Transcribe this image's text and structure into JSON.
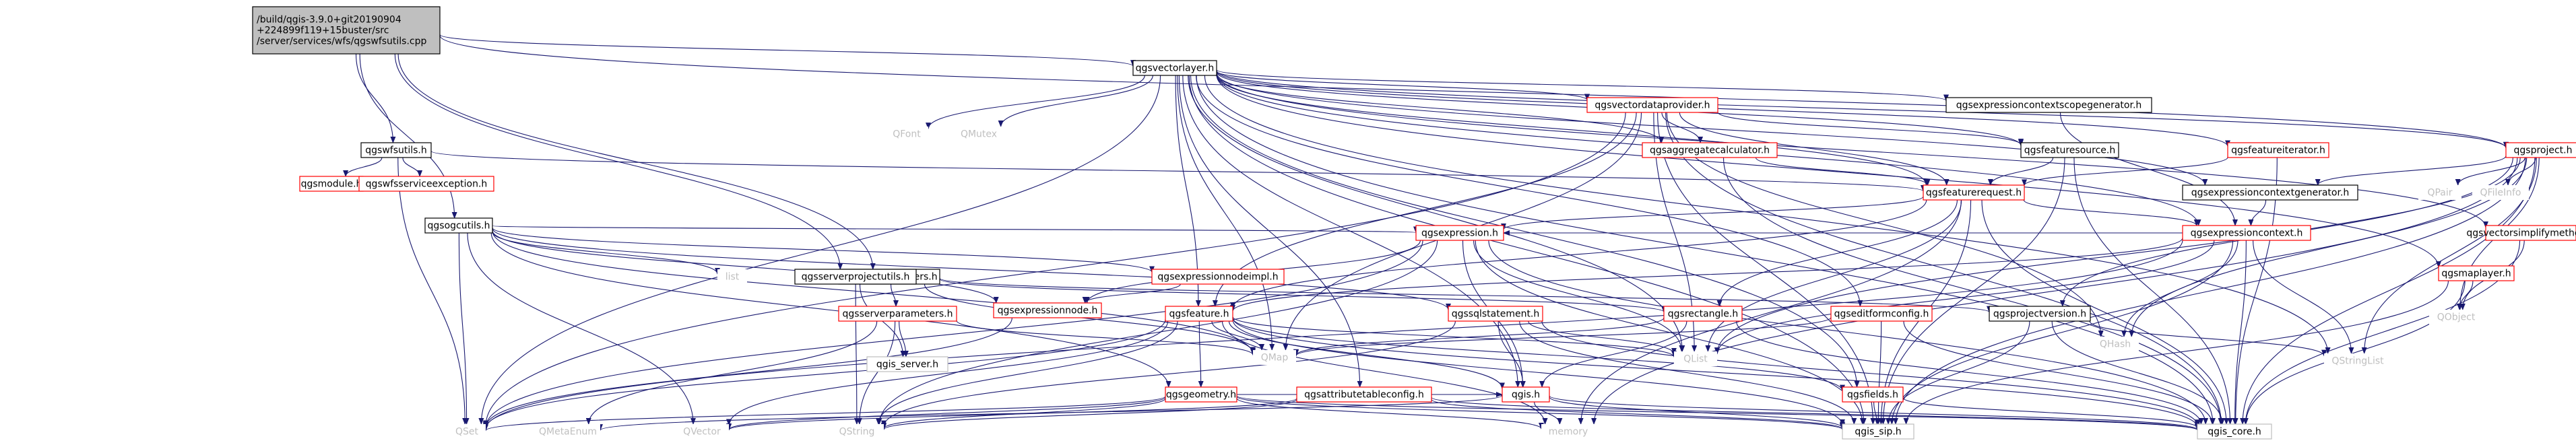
{
  "graph": {
    "colors": {
      "edge": "#191970",
      "root_fill": "#bfbfbf",
      "root_border": "#000000",
      "node_fill": "#ffffff",
      "node_border_linked": "#ff0000",
      "node_border_plain": "#000000",
      "text": "#000000",
      "text_external": "#bfbfbf",
      "background": "#ffffff"
    },
    "nodes": [
      {
        "id": "root",
        "lines": [
          "/build/qgis-3.9.0+git20190904",
          "+224899f119+15buster/src",
          "/server/services/wfs/qgswfsutils.cpp"
        ],
        "style": "root"
      },
      {
        "id": "qgsvectorlayer",
        "lines": [
          "qgsvectorlayer.h"
        ],
        "style": "plain"
      },
      {
        "id": "qgswfsutils",
        "lines": [
          "qgswfsutils.h"
        ],
        "style": "plain"
      },
      {
        "id": "qgsogcutils",
        "lines": [
          "qgsogcutils.h"
        ],
        "style": "plain"
      },
      {
        "id": "qgswfsparameters",
        "lines": [
          "qgswfsparameters.h"
        ],
        "style": "plain"
      },
      {
        "id": "qgsmodule",
        "lines": [
          "qgsmodule.h"
        ],
        "style": "linked"
      },
      {
        "id": "qgswfsserviceexception",
        "lines": [
          "qgswfsserviceexception.h"
        ],
        "style": "linked"
      },
      {
        "id": "qgsvectordataprovider",
        "lines": [
          "qgsvectordataprovider.h"
        ],
        "style": "linked"
      },
      {
        "id": "qgsexpressioncontextscopegenerator",
        "lines": [
          "qgsexpressioncontextscopegenerator.h"
        ],
        "style": "plain"
      },
      {
        "id": "qgsaggregatecalculator",
        "lines": [
          "qgsaggregatecalculator.h"
        ],
        "style": "linked"
      },
      {
        "id": "qgsfeaturesource",
        "lines": [
          "qgsfeaturesource.h"
        ],
        "style": "plain"
      },
      {
        "id": "qgsfeatureiterator",
        "lines": [
          "qgsfeatureiterator.h"
        ],
        "style": "linked"
      },
      {
        "id": "qgsproject",
        "lines": [
          "qgsproject.h"
        ],
        "style": "linked"
      },
      {
        "id": "qgsfeaturerequest",
        "lines": [
          "qgsfeaturerequest.h"
        ],
        "style": "linked"
      },
      {
        "id": "qgsexpressioncontextgenerator",
        "lines": [
          "qgsexpressioncontextgenerator.h"
        ],
        "style": "plain"
      },
      {
        "id": "qgsexpressioncontext",
        "lines": [
          "qgsexpressioncontext.h"
        ],
        "style": "linked"
      },
      {
        "id": "qgsexpression",
        "lines": [
          "qgsexpression.h"
        ],
        "style": "linked"
      },
      {
        "id": "qgsserverprojectutils",
        "lines": [
          "qgsserverprojectutils.h"
        ],
        "style": "plain"
      },
      {
        "id": "qgsexpressionnodeimpl",
        "lines": [
          "qgsexpressionnodeimpl.h"
        ],
        "style": "linked"
      },
      {
        "id": "qgsexpressionnode",
        "lines": [
          "qgsexpressionnode.h"
        ],
        "style": "linked"
      },
      {
        "id": "qgsserverparameters",
        "lines": [
          "qgsserverparameters.h"
        ],
        "style": "linked"
      },
      {
        "id": "qgsfeature",
        "lines": [
          "qgsfeature.h"
        ],
        "style": "linked"
      },
      {
        "id": "qgssqlstatement",
        "lines": [
          "qgssqlstatement.h"
        ],
        "style": "linked"
      },
      {
        "id": "qgsrectangle",
        "lines": [
          "qgsrectangle.h"
        ],
        "style": "linked"
      },
      {
        "id": "qgseditformconfig",
        "lines": [
          "qgseditformconfig.h"
        ],
        "style": "linked"
      },
      {
        "id": "qgsprojectversion",
        "lines": [
          "qgsprojectversion.h"
        ],
        "style": "plain"
      },
      {
        "id": "qgsmaplayer",
        "lines": [
          "qgsmaplayer.h"
        ],
        "style": "linked"
      },
      {
        "id": "qgsvectorsimplifymethod",
        "lines": [
          "qgsvectorsimplifymethod.h"
        ],
        "style": "linked"
      },
      {
        "id": "qgsgeometry",
        "lines": [
          "qgsgeometry.h"
        ],
        "style": "linked"
      },
      {
        "id": "qgsattributetableconfig",
        "lines": [
          "qgsattributetableconfig.h"
        ],
        "style": "linked"
      },
      {
        "id": "qgis",
        "lines": [
          "qgis.h"
        ],
        "style": "linked"
      },
      {
        "id": "qgsfields",
        "lines": [
          "qgsfields.h"
        ],
        "style": "linked"
      },
      {
        "id": "qgis_server",
        "lines": [
          "qgis_server.h"
        ],
        "style": "plain_gray"
      },
      {
        "id": "QFont",
        "lines": [
          "QFont"
        ],
        "style": "external"
      },
      {
        "id": "QMutex",
        "lines": [
          "QMutex"
        ],
        "style": "external"
      },
      {
        "id": "list",
        "lines": [
          "list"
        ],
        "style": "external"
      },
      {
        "id": "QHash",
        "lines": [
          "QHash"
        ],
        "style": "external"
      },
      {
        "id": "QMap",
        "lines": [
          "QMap"
        ],
        "style": "external"
      },
      {
        "id": "QList",
        "lines": [
          "QList"
        ],
        "style": "external"
      },
      {
        "id": "QStringList",
        "lines": [
          "QStringList"
        ],
        "style": "external"
      },
      {
        "id": "QPair",
        "lines": [
          "QPair"
        ],
        "style": "external"
      },
      {
        "id": "QFileInfo",
        "lines": [
          "QFileInfo"
        ],
        "style": "external"
      },
      {
        "id": "QObject",
        "lines": [
          "QObject"
        ],
        "style": "external"
      },
      {
        "id": "QSet",
        "lines": [
          "QSet"
        ],
        "style": "external"
      },
      {
        "id": "QMetaEnum",
        "lines": [
          "QMetaEnum"
        ],
        "style": "external"
      },
      {
        "id": "QVector",
        "lines": [
          "QVector"
        ],
        "style": "external"
      },
      {
        "id": "QString",
        "lines": [
          "QString"
        ],
        "style": "external"
      },
      {
        "id": "memory",
        "lines": [
          "memory"
        ],
        "style": "external"
      },
      {
        "id": "qgis_sip",
        "lines": [
          "qgis_sip.h"
        ],
        "style": "plain_gray"
      },
      {
        "id": "qgis_core",
        "lines": [
          "qgis_core.h"
        ],
        "style": "plain_gray"
      }
    ],
    "edges": [
      [
        "root",
        "qgsvectorlayer"
      ],
      [
        "root",
        "qgswfsutils"
      ],
      [
        "root",
        "qgsogcutils"
      ],
      [
        "root",
        "qgswfsparameters"
      ],
      [
        "root",
        "qgsproject"
      ],
      [
        "root",
        "qgsserverprojectutils"
      ],
      [
        "qgswfsutils",
        "qgsmodule"
      ],
      [
        "qgswfsutils",
        "qgswfsserviceexception"
      ],
      [
        "qgswfsutils",
        "qgsfeaturerequest"
      ],
      [
        "qgswfsutils",
        "QSet"
      ],
      [
        "qgsvectorlayer",
        "QFont"
      ],
      [
        "qgsvectorlayer",
        "QMutex"
      ],
      [
        "qgsvectorlayer",
        "qgsvectordataprovider"
      ],
      [
        "qgsvectorlayer",
        "qgsexpressioncontextscopegenerator"
      ],
      [
        "qgsvectorlayer",
        "qgsaggregatecalculator"
      ],
      [
        "qgsvectorlayer",
        "qgsfeaturesource"
      ],
      [
        "qgsvectorlayer",
        "qgsfeatureiterator"
      ],
      [
        "qgsvectorlayer",
        "qgsproject"
      ],
      [
        "qgsvectorlayer",
        "qgsfeaturerequest"
      ],
      [
        "qgsvectorlayer",
        "qgsexpressioncontextgenerator"
      ],
      [
        "qgsvectorlayer",
        "qgsexpressioncontext"
      ],
      [
        "qgsvectorlayer",
        "qgsmaplayer"
      ],
      [
        "qgsvectorlayer",
        "qgsvectorsimplifymethod"
      ],
      [
        "qgsvectorlayer",
        "qgseditformconfig"
      ],
      [
        "qgsvectorlayer",
        "qgsfeature"
      ],
      [
        "qgsvectorlayer",
        "qgsattributetableconfig"
      ],
      [
        "qgsvectorlayer",
        "qgsfields"
      ],
      [
        "qgsvectorlayer",
        "qgis"
      ],
      [
        "qgsvectorlayer",
        "QMap"
      ],
      [
        "qgsvectorlayer",
        "QList"
      ],
      [
        "qgsvectorlayer",
        "QStringList"
      ],
      [
        "qgsvectorlayer",
        "QSet"
      ],
      [
        "qgsvectorlayer",
        "qgis_core"
      ],
      [
        "qgsvectorlayer",
        "qgis_sip"
      ],
      [
        "qgsogcutils",
        "list"
      ],
      [
        "qgsogcutils",
        "qgsexpression"
      ],
      [
        "qgsogcutils",
        "qgsexpressionnodeimpl"
      ],
      [
        "qgsogcutils",
        "qgssqlstatement"
      ],
      [
        "qgsogcutils",
        "qgsgeometry"
      ],
      [
        "qgsogcutils",
        "qgsexpressionnode"
      ],
      [
        "qgsogcutils",
        "QMap"
      ],
      [
        "qgsogcutils",
        "QVector"
      ],
      [
        "qgsogcutils",
        "QSet"
      ],
      [
        "qgswfsparameters",
        "qgsserverparameters"
      ],
      [
        "qgswfsparameters",
        "qgsprojectversion"
      ],
      [
        "qgswfsparameters",
        "QMap"
      ],
      [
        "qgswfsparameters",
        "qgsrectangle"
      ],
      [
        "qgsvectordataprovider",
        "qgsfeaturesource"
      ],
      [
        "qgsvectordataprovider",
        "qgsaggregatecalculator"
      ],
      [
        "qgsvectordataprovider",
        "qgsfeaturerequest"
      ],
      [
        "qgsvectordataprovider",
        "qgsfeature"
      ],
      [
        "qgsvectordataprovider",
        "QHash"
      ],
      [
        "qgsvectordataprovider",
        "QList"
      ],
      [
        "qgsvectordataprovider",
        "QSet"
      ],
      [
        "qgsvectordataprovider",
        "QMap"
      ],
      [
        "qgsvectordataprovider",
        "qgis_sip"
      ],
      [
        "qgsvectordataprovider",
        "qgis_core"
      ],
      [
        "qgsexpressioncontextscopegenerator",
        "qgsexpressioncontext"
      ],
      [
        "qgsaggregatecalculator",
        "qgsfeaturerequest"
      ],
      [
        "qgsaggregatecalculator",
        "qgis_core"
      ],
      [
        "qgsfeaturesource",
        "qgsfeaturerequest"
      ],
      [
        "qgsfeaturesource",
        "qgis_core"
      ],
      [
        "qgsfeaturesource",
        "qgis_sip"
      ],
      [
        "qgsfeatureiterator",
        "qgsfeaturerequest"
      ],
      [
        "qgsfeatureiterator",
        "qgis_core"
      ],
      [
        "qgsproject",
        "qgsexpressioncontextgenerator"
      ],
      [
        "qgsproject",
        "qgsprojectversion"
      ],
      [
        "qgsproject",
        "QPair"
      ],
      [
        "qgsproject",
        "QFileInfo"
      ],
      [
        "qgsproject",
        "QObject"
      ],
      [
        "qgsproject",
        "QHash"
      ],
      [
        "qgsproject",
        "QStringList"
      ],
      [
        "qgsproject",
        "QList"
      ],
      [
        "qgsproject",
        "qgis_core"
      ],
      [
        "qgsproject",
        "qgis_sip"
      ],
      [
        "qgsproject",
        "memory"
      ],
      [
        "qgsfeaturerequest",
        "qgsexpression"
      ],
      [
        "qgsfeaturerequest",
        "qgsexpressioncontext"
      ],
      [
        "qgsfeaturerequest",
        "qgsfeature"
      ],
      [
        "qgsfeaturerequest",
        "qgsrectangle"
      ],
      [
        "qgsfeaturerequest",
        "QList"
      ],
      [
        "qgsfeaturerequest",
        "memory"
      ],
      [
        "qgsfeaturerequest",
        "qgis_core"
      ],
      [
        "qgsfeaturerequest",
        "qgis_sip"
      ],
      [
        "qgsexpressioncontextgenerator",
        "qgsexpressioncontext"
      ],
      [
        "qgsexpressioncontext",
        "QHash"
      ],
      [
        "qgsexpressioncontext",
        "QList"
      ],
      [
        "qgsexpressioncontext",
        "QStringList"
      ],
      [
        "qgsexpressioncontext",
        "QSet"
      ],
      [
        "qgsexpressioncontext",
        "qgsfeature"
      ],
      [
        "qgsexpressioncontext",
        "qgsexpression"
      ],
      [
        "qgsexpressioncontext",
        "qgis_core"
      ],
      [
        "qgsexpressioncontext",
        "qgis_sip"
      ],
      [
        "qgsexpression",
        "qgsexpressionnode"
      ],
      [
        "qgsexpression",
        "qgis"
      ],
      [
        "qgsexpression",
        "QList"
      ],
      [
        "qgsexpression",
        "QString"
      ],
      [
        "qgsexpression",
        "QSet"
      ],
      [
        "qgsexpression",
        "qgis_core"
      ],
      [
        "qgsexpression",
        "qgis_sip"
      ],
      [
        "qgsserverprojectutils",
        "qgis_server"
      ],
      [
        "qgsserverprojectutils",
        "QString"
      ],
      [
        "qgsexpressionnodeimpl",
        "qgsexpressionnode"
      ],
      [
        "qgsexpressionnode",
        "QSet"
      ],
      [
        "qgsserverparameters",
        "qgis_server"
      ],
      [
        "qgsserverparameters",
        "QMap"
      ],
      [
        "qgsserverparameters",
        "QMetaEnum"
      ],
      [
        "qgsserverparameters",
        "QString"
      ],
      [
        "qgsfeature",
        "QMap"
      ],
      [
        "qgsfeature",
        "QString"
      ],
      [
        "qgsfeature",
        "QVector"
      ],
      [
        "qgsfeature",
        "QSet"
      ],
      [
        "qgsfeature",
        "QList"
      ],
      [
        "qgsfeature",
        "memory"
      ],
      [
        "qgsfeature",
        "qgsgeometry"
      ],
      [
        "qgsfeature",
        "qgsfields"
      ],
      [
        "qgsfeature",
        "qgis_core"
      ],
      [
        "qgsfeature",
        "qgis_sip"
      ],
      [
        "qgsfeature",
        "qgis"
      ],
      [
        "qgssqlstatement",
        "QString"
      ],
      [
        "qgssqlstatement",
        "QList"
      ],
      [
        "qgssqlstatement",
        "qgis"
      ],
      [
        "qgssqlstatement",
        "qgis_core"
      ],
      [
        "qgssqlstatement",
        "qgis_sip"
      ],
      [
        "qgsrectangle",
        "qgis_core"
      ],
      [
        "qgsrectangle",
        "qgis"
      ],
      [
        "qgsrectangle",
        "QMap"
      ],
      [
        "qgseditformconfig",
        "QMap"
      ],
      [
        "qgseditformconfig",
        "qgis_core"
      ],
      [
        "qgseditformconfig",
        "qgis_sip"
      ],
      [
        "qgsprojectversion",
        "QStringList"
      ],
      [
        "qgsprojectversion",
        "qgis_core"
      ],
      [
        "qgsprojectversion",
        "qgis_sip"
      ],
      [
        "qgsmaplayer",
        "QObject"
      ],
      [
        "qgsmaplayer",
        "qgis_core"
      ],
      [
        "qgsmaplayer",
        "qgis_sip"
      ],
      [
        "qgsvectorsimplifymethod",
        "QObject"
      ],
      [
        "qgsvectorsimplifymethod",
        "qgis_core"
      ],
      [
        "qgsgeometry",
        "QSet"
      ],
      [
        "qgsgeometry",
        "QString"
      ],
      [
        "qgsgeometry",
        "QVector"
      ],
      [
        "qgsgeometry",
        "qgis"
      ],
      [
        "qgsgeometry",
        "memory"
      ],
      [
        "qgsgeometry",
        "qgis_core"
      ],
      [
        "qgsgeometry",
        "qgis_sip"
      ],
      [
        "qgsattributetableconfig",
        "QString"
      ],
      [
        "qgsattributetableconfig",
        "QVector"
      ],
      [
        "qgsattributetableconfig",
        "qgis_core"
      ],
      [
        "qgsattributetableconfig",
        "qgis_sip"
      ],
      [
        "qgis",
        "QMetaEnum"
      ],
      [
        "qgis",
        "memory"
      ],
      [
        "qgis",
        "qgis_core"
      ],
      [
        "qgis",
        "qgis_sip"
      ],
      [
        "qgsfields",
        "qgis_core"
      ],
      [
        "qgsfields",
        "qgis_sip"
      ]
    ]
  }
}
